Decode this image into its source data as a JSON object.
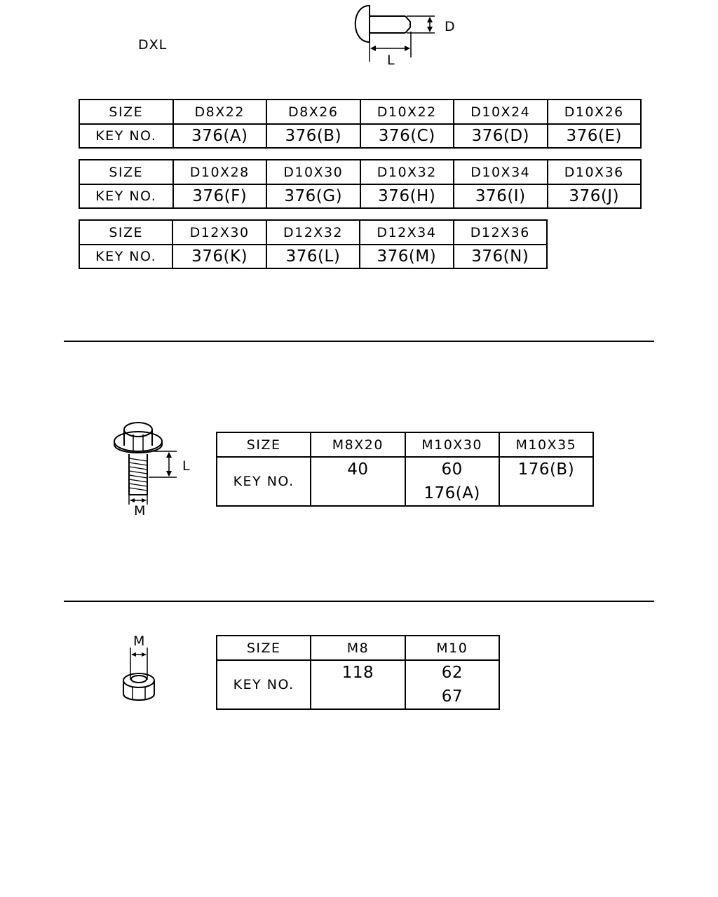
{
  "rivet": {
    "formula": "DXL",
    "dim_d": "D",
    "dim_l": "L",
    "head_label": "SIZE",
    "key_label": "KEY NO.",
    "tables": [
      {
        "sizes": [
          "D8X22",
          "D8X26",
          "D10X22",
          "D10X24",
          "D10X26"
        ],
        "keys": [
          "376(A)",
          "376(B)",
          "376(C)",
          "376(D)",
          "376(E)"
        ]
      },
      {
        "sizes": [
          "D10X28",
          "D10X30",
          "D10X32",
          "D10X34",
          "D10X36"
        ],
        "keys": [
          "376(F)",
          "376(G)",
          "376(H)",
          "376(I)",
          "376(J)"
        ]
      },
      {
        "sizes": [
          "D12X30",
          "D12X32",
          "D12X34",
          "D12X36"
        ],
        "keys": [
          "376(K)",
          "376(L)",
          "376(M)",
          "376(N)"
        ]
      }
    ]
  },
  "bolt": {
    "dim_l": "L",
    "dim_m": "M",
    "head_label": "SIZE",
    "key_label": "KEY NO.",
    "sizes": [
      "M8X20",
      "M10X30",
      "M10X35"
    ],
    "keys": [
      [
        "40"
      ],
      [
        "60",
        "176(A)"
      ],
      [
        "176(B)"
      ]
    ]
  },
  "nut": {
    "dim_m": "M",
    "head_label": "SIZE",
    "key_label": "KEY NO.",
    "sizes": [
      "M8",
      "M10"
    ],
    "keys": [
      [
        "118"
      ],
      [
        "62",
        "67"
      ]
    ]
  }
}
